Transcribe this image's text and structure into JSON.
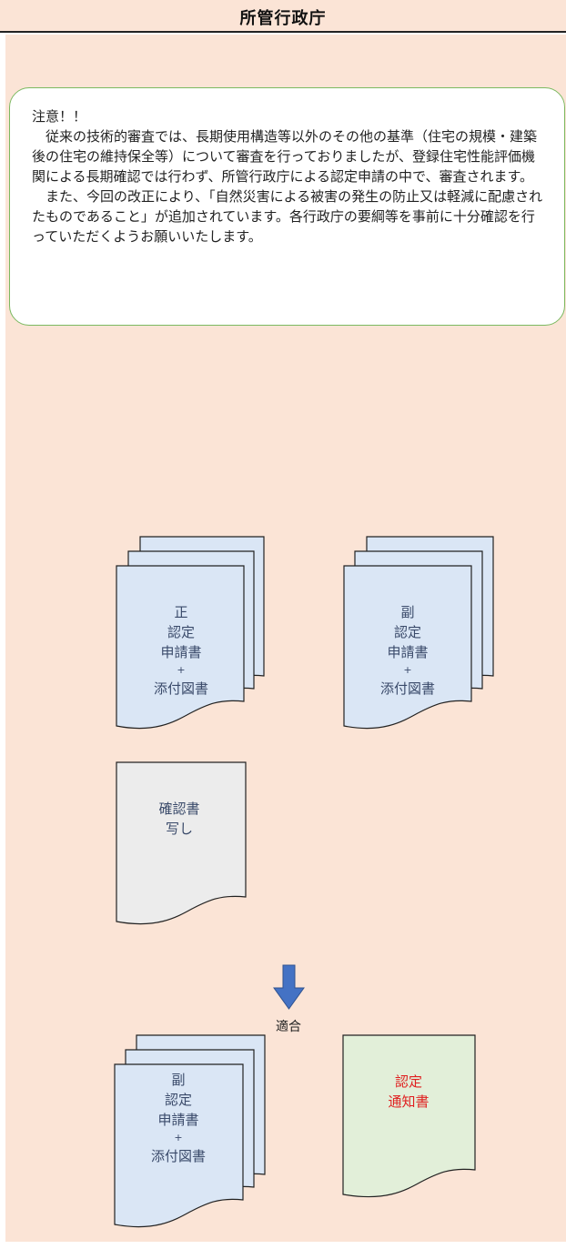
{
  "header": {
    "title": "所管行政庁"
  },
  "note": {
    "heading": "注意！！",
    "paragraph1": "従来の技術的審査では、長期使用構造等以外のその他の基準（住宅の規模・建築後の住宅の維持保全等）について審査を行っておりましたが、登録住宅性能評価機関による長期確認では行わず、所管行政庁による認定申請の中で、審査されます。",
    "paragraph2": "また、今回の改正により、「自然災害による被害の発生の防止又は軽減に配慮されたものであること」が追加されています。各行政庁の要綱等を事前に十分確認を行っていただくようお願いいたします。"
  },
  "documents": {
    "original": [
      "正",
      "認定",
      "申請書",
      "+",
      "添付図書"
    ],
    "copy": [
      "副",
      "認定",
      "申請書",
      "+",
      "添付図書"
    ],
    "confirmation_copy": [
      "確認書",
      "写し"
    ],
    "returned_copy": [
      "副",
      "認定",
      "申請書",
      "+",
      "添付図書"
    ],
    "notice": [
      "認定",
      "通知書"
    ]
  },
  "flow": {
    "arrow_label": "適合"
  },
  "colors": {
    "panel": "#fbe4d6",
    "blue_doc": "#dae6f5",
    "gray_doc": "#ececec",
    "green_doc": "#e2efd9",
    "arrow": "#4472c4",
    "note_border": "#7bb960",
    "notice_text": "#e02020"
  }
}
